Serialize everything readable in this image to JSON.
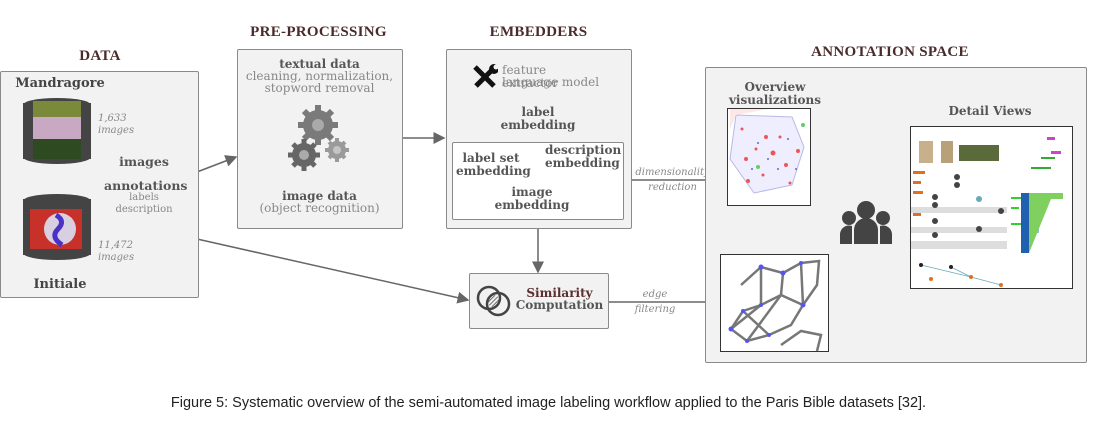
{
  "sections": {
    "data": {
      "title": "DATA",
      "datasets": [
        {
          "name": "Mandragore",
          "count": "1,633",
          "unit": "images"
        },
        {
          "name": "Initiale",
          "count": "11,472",
          "unit": "images"
        }
      ],
      "outputs": {
        "images": "images",
        "annotations": "annotations",
        "labels": "labels",
        "description": "description"
      }
    },
    "preprocessing": {
      "title": "PRE-PROCESSING",
      "textual_title": "textual data",
      "textual_desc_1": "cleaning, normalization,",
      "textual_desc_2": "stopword removal",
      "image_title": "image data",
      "image_desc": "(object recognition)"
    },
    "embedders": {
      "title": "EMBEDDERS",
      "tools_line_1": "feature extractor",
      "tools_line_2": "language model",
      "label_embedding_1": "label",
      "label_embedding_2": "embedding",
      "label_set_1": "label set",
      "label_set_2": "embedding",
      "description_1": "description",
      "description_2": "embedding",
      "image_1": "image",
      "image_2": "embedding"
    },
    "similarity": {
      "line_1": "Similarity",
      "line_2": "Computation"
    },
    "edges": {
      "dim_1": "dimensionality",
      "dim_2": "reduction",
      "edge_1": "edge",
      "edge_2": "filtering"
    },
    "annotation_space": {
      "title": "ANNOTATION SPACE",
      "overview_1": "Overview",
      "overview_2": "visualizations",
      "detail": "Detail Views"
    }
  },
  "colors": {
    "title": "#4a2b2b",
    "box_fill": "#f2f2f2",
    "box_border": "#8a8a8a",
    "arrow": "#666666",
    "icon": "#444444"
  },
  "caption": "Figure 5: Systematic overview of the semi-automated image labeling workflow applied to the Paris Bible datasets [32]."
}
